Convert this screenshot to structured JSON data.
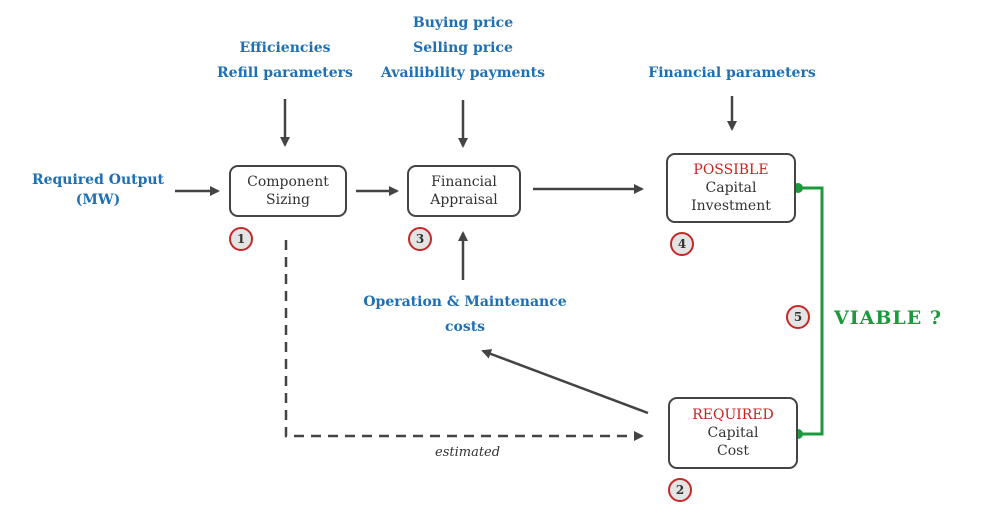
{
  "inputs": {
    "required_output": [
      "Required Output",
      "(MW)"
    ],
    "sizing_inputs": [
      "Efficiencies",
      "Refill parameters"
    ],
    "appraisal_inputs": [
      "Buying price",
      "Selling price",
      "Availibility payments"
    ],
    "financial_parameters": "Financial parameters",
    "om_costs": [
      "Operation & Maintenance",
      "costs"
    ]
  },
  "boxes": {
    "component_sizing": [
      "Component",
      "Sizing"
    ],
    "financial_appraisal": [
      "Financial",
      "Appraisal"
    ],
    "possible_investment": {
      "qualifier": "POSSIBLE",
      "lines": [
        "Capital",
        "Investment"
      ]
    },
    "required_cost": {
      "qualifier": "REQUIRED",
      "lines": [
        "Capital",
        "Cost"
      ]
    }
  },
  "steps": {
    "sizing": "1",
    "required": "2",
    "appraisal": "3",
    "possible": "4",
    "viable": "5"
  },
  "viable_label": "VIABLE  ?",
  "estimated_label": "estimated",
  "colors": {
    "label_blue": "#1f6fb5",
    "qualifier_red": "#cc1f1f",
    "viable_green": "#1b9a3c",
    "arrow_grey": "#444444"
  }
}
